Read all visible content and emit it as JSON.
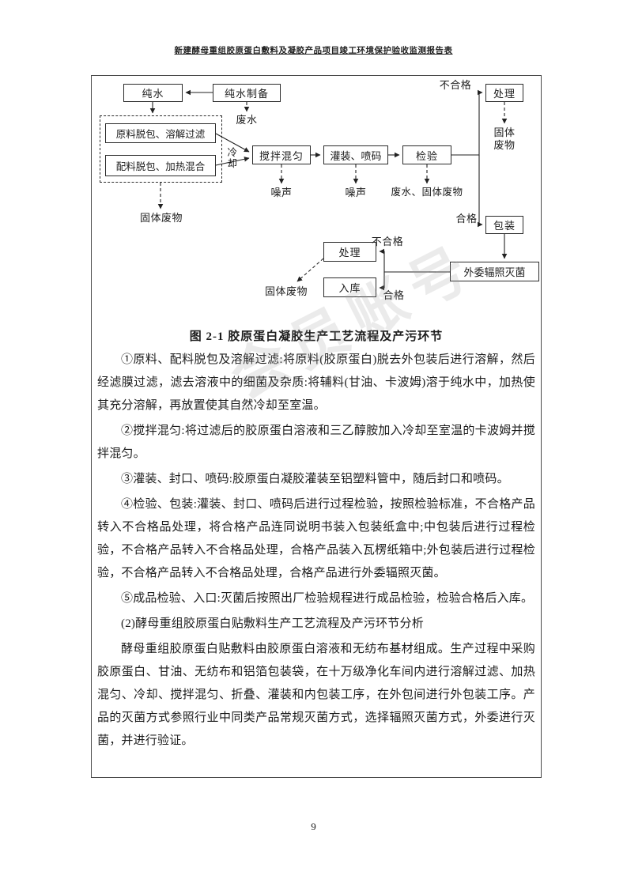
{
  "page": {
    "header_title": "新建酵母重组胶原蛋白敷料及凝胶产品项目竣工环境保护验收监测报告表",
    "page_number": "9",
    "watermark_text": "会员账号"
  },
  "figure": {
    "caption": "图 2-1 胶原蛋白凝胶生产工艺流程及产污环节"
  },
  "flowchart": {
    "boxes": {
      "pure_water": "纯水",
      "pure_water_prep": "纯水制备",
      "treatment_top": "处理",
      "raw_unpack": "原料脱包、溶解过滤",
      "ingredient_unpack": "配料脱包、加热混合",
      "mix": "搅拌混匀",
      "fill_code": "灌装、喷码",
      "inspect": "检验",
      "package": "包装",
      "sterilize": "外委辐照灭菌",
      "treatment_mid": "处理",
      "warehouse": "入库"
    },
    "labels": {
      "wastewater": "废水",
      "unqualified_top": "不合格",
      "solid_waste_right": "固体废物",
      "cooling": "冷却",
      "noise1": "噪声",
      "noise2": "噪声",
      "wastewater_solid": "废水、固体废物",
      "solid_waste_left": "固体废物",
      "qualified_right": "合格",
      "unqualified_mid": "不合格",
      "qualified_bottom": "合格",
      "solid_waste_mid": "固体废物"
    }
  },
  "paragraphs": [
    "①原料、配料脱包及溶解过滤:将原料(胶原蛋白)脱去外包装后进行溶解，然后经滤膜过滤，滤去溶液中的细菌及杂质:将辅料(甘油、卡波姆)溶于纯水中，加热使其充分溶解，再放置使其自然冷却至室温。",
    "②搅拌混匀:将过滤后的胶原蛋白溶液和三乙醇胺加入冷却至室温的卡波姆并搅拌混匀。",
    "③灌装、封口、喷码:胶原蛋白凝胶灌装至铝塑料管中，随后封口和喷码。",
    "④检验、包装:灌装、封口、喷码后进行过程检验，按照检验标准，不合格产品转入不合格品处理，将合格产品连同说明书装入包装纸盒中;中包装后进行过程检验，不合格产品转入不合格品处理，合格产品装入瓦楞纸箱中;外包装后进行过程检验，不合格产品转入不合格品处理，合格产品进行外委辐照灭菌。",
    "⑤成品检验、入口:灭菌后按照出厂检验规程进行成品检验，检验合格后入库。",
    "(2)酵母重组胶原蛋白贴敷料生产工艺流程及产污环节分析",
    "酵母重组胶原蛋白贴敷料由胶原蛋白溶液和无纺布基材组成。生产过程中采购胶原蛋白、甘油、无纺布和铝箔包装袋，在十万级净化车间内进行溶解过滤、加热混匀、冷却、搅拌混匀、折叠、灌装和内包装工序，在外包间进行外包装工序。产品的灭菌方式参照行业中同类产品常规灭菌方式，选择辐照灭菌方式，外委进行灭菌，并进行验证。"
  ]
}
